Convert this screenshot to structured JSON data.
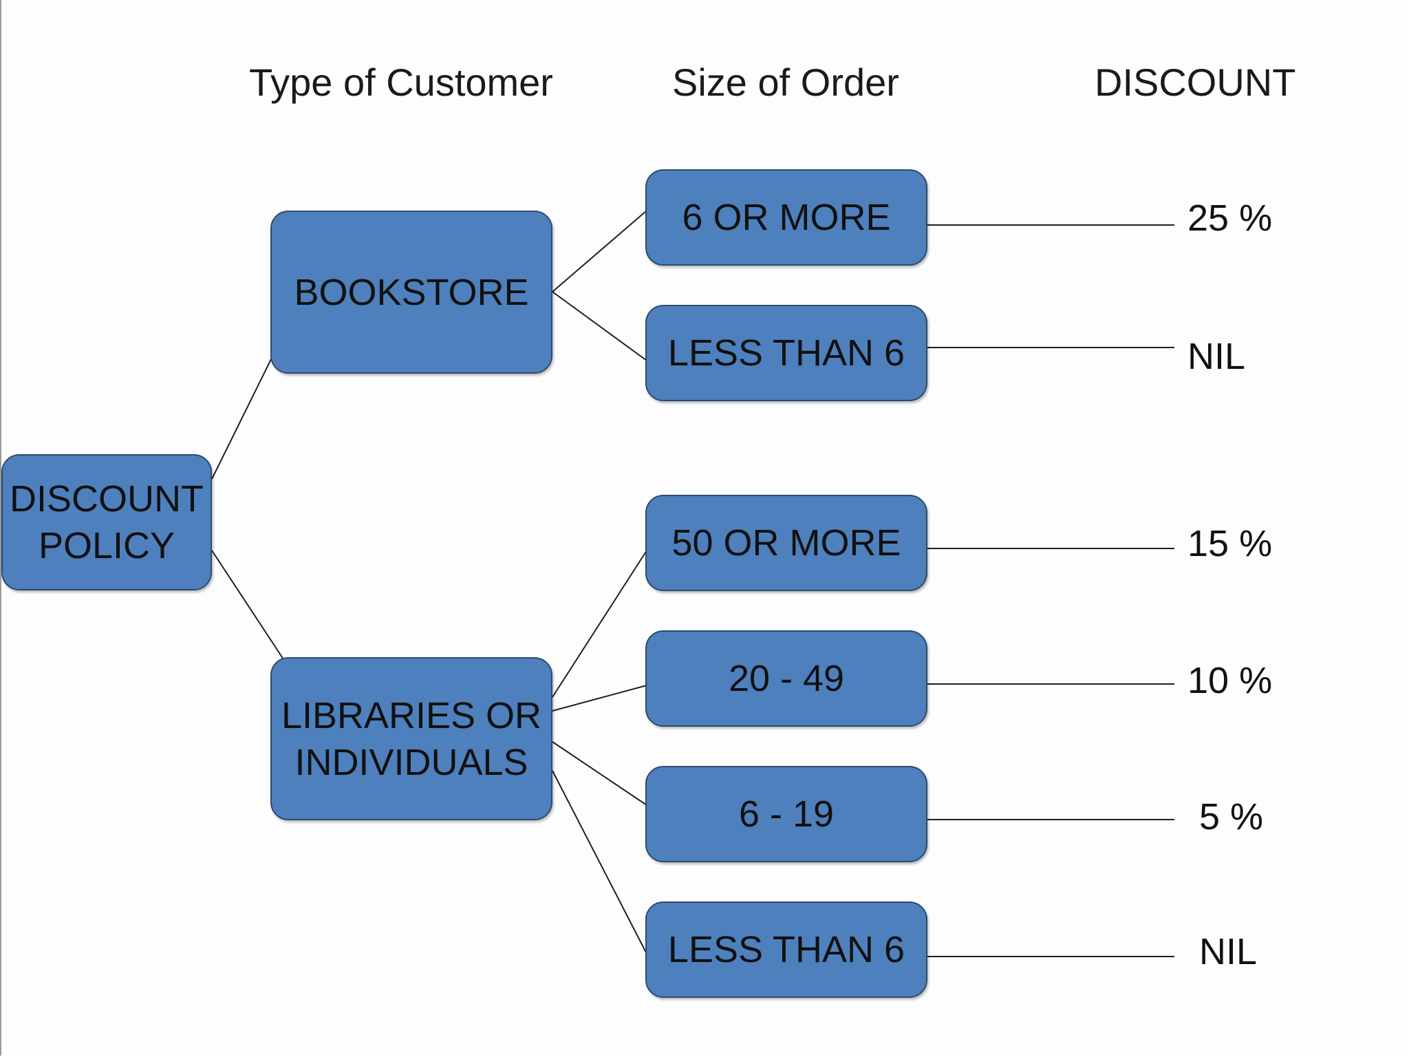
{
  "headers": {
    "customer": "Type of Customer",
    "order": "Size of Order",
    "discount": "DISCOUNT"
  },
  "root": {
    "label": "DISCOUNT\nPOLICY"
  },
  "customers": [
    {
      "label": "BOOKSTORE",
      "orders": [
        {
          "label": "6 OR MORE",
          "discount": "25 %"
        },
        {
          "label": "LESS THAN 6",
          "discount": "NIL"
        }
      ]
    },
    {
      "label": "LIBRARIES OR\nINDIVIDUALS",
      "orders": [
        {
          "label": "50 OR MORE",
          "discount": "15 %"
        },
        {
          "label": "20 - 49",
          "discount": "10 %"
        },
        {
          "label": "6 - 19",
          "discount": "5 %"
        },
        {
          "label": "LESS THAN 6",
          "discount": "NIL"
        }
      ]
    }
  ],
  "colors": {
    "box_fill": "#4e80bd",
    "box_border": "#2e4a6e",
    "line": "#1f1f1f"
  }
}
